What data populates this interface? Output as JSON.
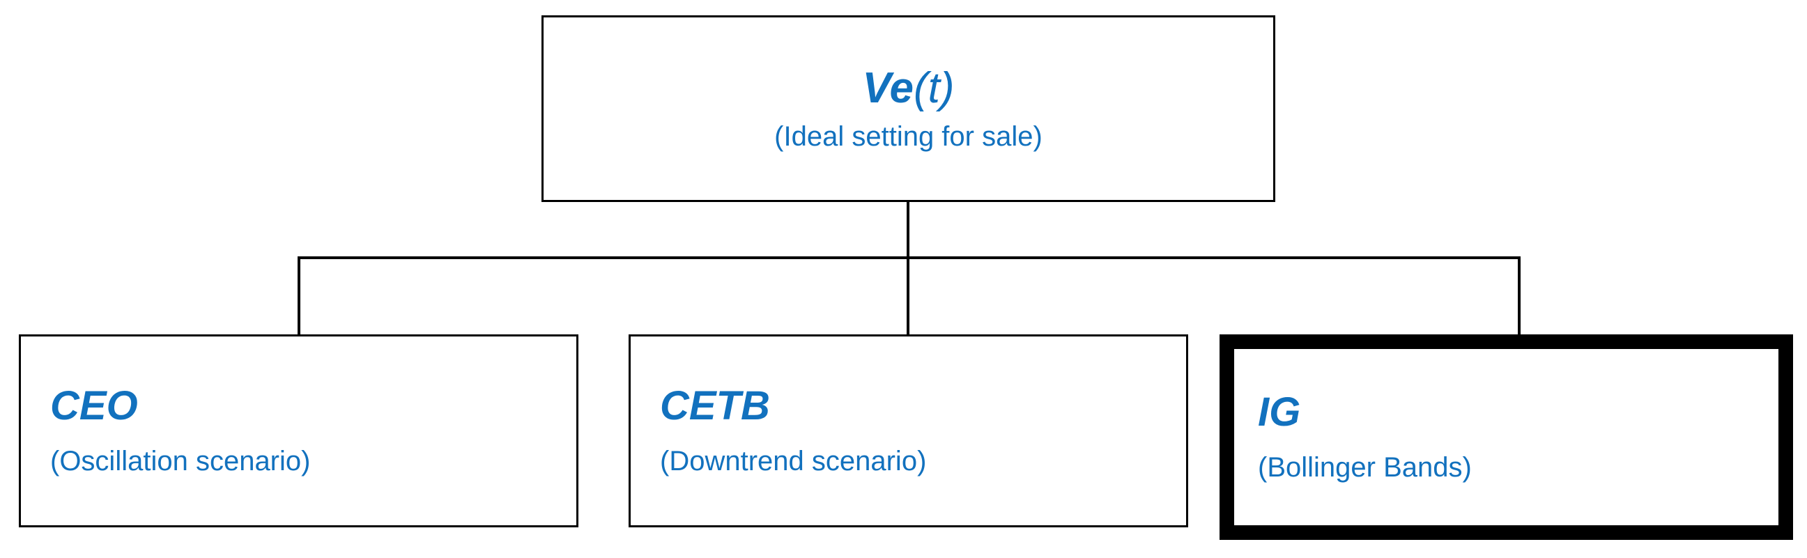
{
  "diagram": {
    "type": "hierarchy-tree",
    "accent_color": "#1271BE",
    "line_color": "#000000",
    "background_color": "#FFFFFF",
    "root": {
      "id": "vet",
      "title_main": "Ve",
      "title_arg": "(t)",
      "title_full": "Ve(t)",
      "subtitle": "(Ideal setting for sale)",
      "emphasis": "normal"
    },
    "children": [
      {
        "id": "ceo",
        "title": "CEO",
        "subtitle": "(Oscillation scenario)",
        "emphasis": "normal"
      },
      {
        "id": "cetb",
        "title": "CETB",
        "subtitle": "(Downtrend scenario)",
        "emphasis": "normal"
      },
      {
        "id": "ig",
        "title": "IG",
        "subtitle": "(Bollinger Bands)",
        "emphasis": "highlighted"
      }
    ],
    "connectors": [
      {
        "id": "root-stem",
        "orientation": "vertical",
        "from": "vet",
        "to": "bus"
      },
      {
        "id": "bus",
        "orientation": "horizontal",
        "from": "bus",
        "to": "bus"
      },
      {
        "id": "drop-ceo",
        "orientation": "vertical",
        "from": "bus",
        "to": "ceo"
      },
      {
        "id": "drop-cetb",
        "orientation": "vertical",
        "from": "bus",
        "to": "cetb"
      },
      {
        "id": "drop-ig",
        "orientation": "vertical",
        "from": "bus",
        "to": "ig"
      }
    ]
  }
}
